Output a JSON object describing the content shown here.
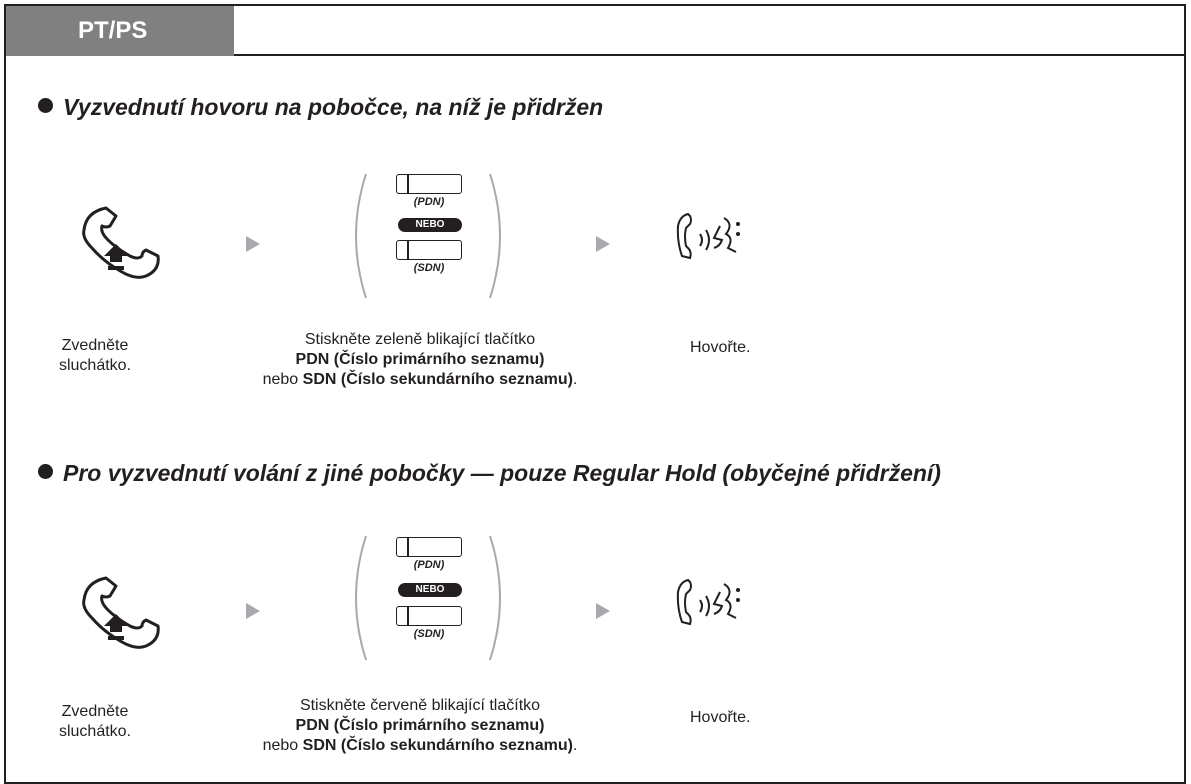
{
  "tab_label": "PT/PS",
  "sections": [
    {
      "title": "Vyzvednutí hovoru na pobočce, na níž je přidržen",
      "step1": {
        "line1": "Zvedněte",
        "line2": "sluchátko."
      },
      "step2": {
        "line1": "Stiskněte zeleně blikající tlačítko",
        "line2": "PDN (Číslo primárního seznamu)",
        "line3_pre": "nebo ",
        "line3_bold": "SDN (Číslo sekundárního seznamu)",
        "line3_post": "."
      },
      "step3": "Hovořte.",
      "key_pdn": "(PDN)",
      "key_or": "NEBO",
      "key_sdn": "(SDN)"
    },
    {
      "title": "Pro vyzvednutí volání z jiné pobočky — pouze Regular Hold (obyčejné přidržení)",
      "step1": {
        "line1": "Zvedněte",
        "line2": "sluchátko."
      },
      "step2": {
        "line1": "Stiskněte červeně blikající tlačítko",
        "line2": "PDN (Číslo primárního seznamu)",
        "line3_pre": "nebo ",
        "line3_bold": "SDN (Číslo sekundárního seznamu)",
        "line3_post": "."
      },
      "step3": "Hovořte.",
      "key_pdn": "(PDN)",
      "key_or": "NEBO",
      "key_sdn": "(SDN)"
    }
  ],
  "icons": {
    "offhook": "handset-offhook-icon",
    "talk": "talk-icon",
    "arrow": "step-arrow-icon",
    "key": "line-key-icon"
  }
}
